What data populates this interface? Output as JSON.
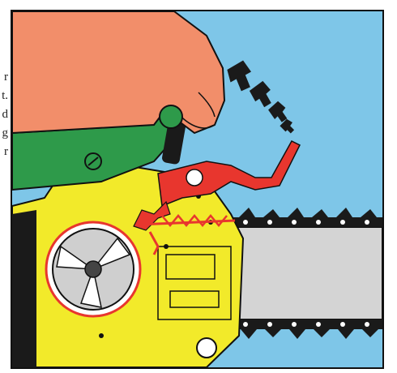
{
  "illustration": {
    "colors": {
      "sky": "#7ec6e8",
      "hand": "#f28e6a",
      "chain_saw_body": "#f2ea2a",
      "handle_guard": "#2e9a4a",
      "brake_mechanism": "#e8362e",
      "guide_bar": "#d4d4d4",
      "chain": "#1a1a1a",
      "motion_arrows": "#1a1a1a"
    },
    "icons": [
      "hand",
      "chain-brake-lever",
      "front-hand-guard",
      "clutch-drum",
      "guide-bar",
      "saw-chain",
      "motion-arrows"
    ]
  },
  "cropped_margin_text": [
    "r",
    "t.",
    "d",
    "g",
    "r"
  ]
}
